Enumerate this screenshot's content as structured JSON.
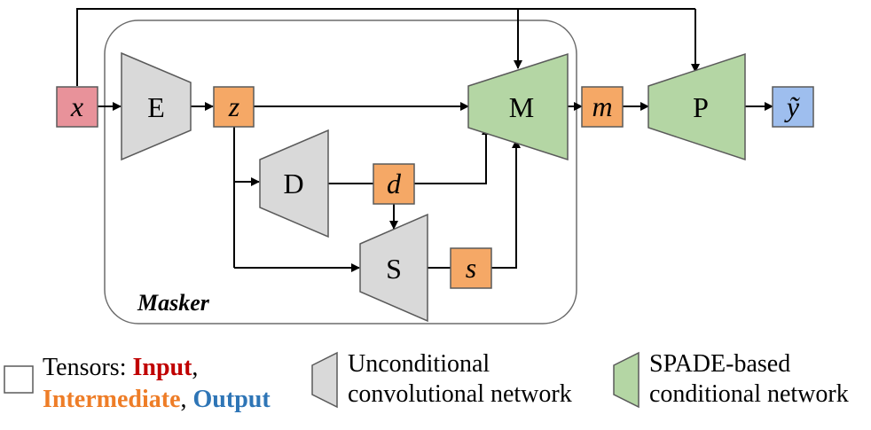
{
  "colors": {
    "input": "#e8929a",
    "intermediate": "#f5a866",
    "output": "#9ebeee",
    "unconditional": "#d9d9d9",
    "spade": "#b4d6a4",
    "stroke": "#5a5a5a",
    "input_text": "#c00000",
    "intermediate_text": "#ee7d27",
    "output_text": "#2e75b6"
  },
  "masker": {
    "label": "Masker"
  },
  "nodes": {
    "x": "x",
    "E": "E",
    "z": "z",
    "D": "D",
    "d": "d",
    "S": "S",
    "s": "s",
    "M": "M",
    "m": "m",
    "P": "P",
    "y": "ỹ"
  },
  "legend": {
    "tensors_prefix": "Tensors: ",
    "input": "Input",
    "comma1": ",",
    "intermediate": "Intermediate",
    "comma2": ",",
    "output": "Output",
    "unconditional_line1": "Unconditional",
    "unconditional_line2": "convolutional network",
    "spade_line1": "SPADE-based",
    "spade_line2": "conditional network"
  }
}
